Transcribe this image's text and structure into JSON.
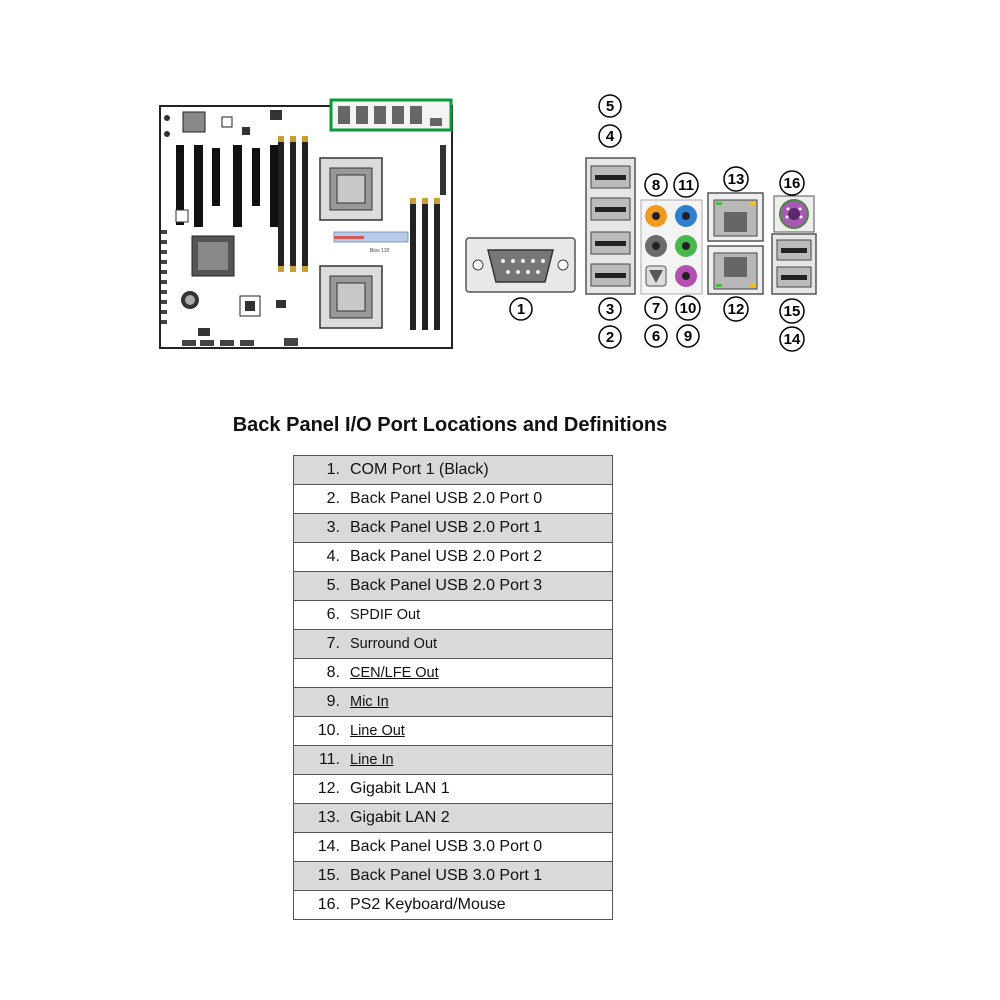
{
  "title": "Back Panel I/O Port Locations and Definitions",
  "callouts": [
    "1",
    "2",
    "3",
    "4",
    "5",
    "6",
    "7",
    "8",
    "9",
    "10",
    "11",
    "12",
    "13",
    "14",
    "15",
    "16"
  ],
  "colors": {
    "highlight": "#0a9a3a",
    "orange_jack": "#f29a1f",
    "blue_jack": "#2f7fd0",
    "green_jack": "#49b84a",
    "pink_jack": "#b34fb0",
    "gray_jack": "#6b6b6b",
    "row_shade": "#d9d9d9",
    "ps2_purple": "#a659b5"
  },
  "board_silk": {
    "label": "Bios 132"
  },
  "ports": [
    {
      "num": "1.",
      "label": "COM Port 1 (Black)",
      "small": false,
      "underline": false
    },
    {
      "num": "2.",
      "label": "Back Panel USB 2.0 Port 0",
      "small": false,
      "underline": false
    },
    {
      "num": "3.",
      "label": "Back Panel USB 2.0 Port 1",
      "small": false,
      "underline": false
    },
    {
      "num": "4.",
      "label": "Back Panel USB 2.0 Port 2",
      "small": false,
      "underline": false
    },
    {
      "num": "5.",
      "label": "Back Panel USB 2.0 Port 3",
      "small": false,
      "underline": false
    },
    {
      "num": "6.",
      "label": "SPDIF Out",
      "small": true,
      "underline": false
    },
    {
      "num": "7.",
      "label": "Surround Out",
      "small": true,
      "underline": false
    },
    {
      "num": "8.",
      "label": "CEN/LFE Out",
      "small": true,
      "underline": true
    },
    {
      "num": "9.",
      "label": "Mic In",
      "small": true,
      "underline": true
    },
    {
      "num": "10.",
      "label": "Line Out",
      "small": true,
      "underline": true
    },
    {
      "num": "11.",
      "label": "Line In",
      "small": true,
      "underline": true
    },
    {
      "num": "12.",
      "label": "Gigabit LAN 1",
      "small": false,
      "underline": false
    },
    {
      "num": "13.",
      "label": "Gigabit LAN 2",
      "small": false,
      "underline": false
    },
    {
      "num": "14.",
      "label": "Back Panel USB 3.0 Port 0",
      "small": false,
      "underline": false
    },
    {
      "num": "15.",
      "label": "Back Panel USB 3.0 Port 1",
      "small": false,
      "underline": false
    },
    {
      "num": "16.",
      "label": "PS2 Keyboard/Mouse",
      "small": false,
      "underline": false
    }
  ]
}
